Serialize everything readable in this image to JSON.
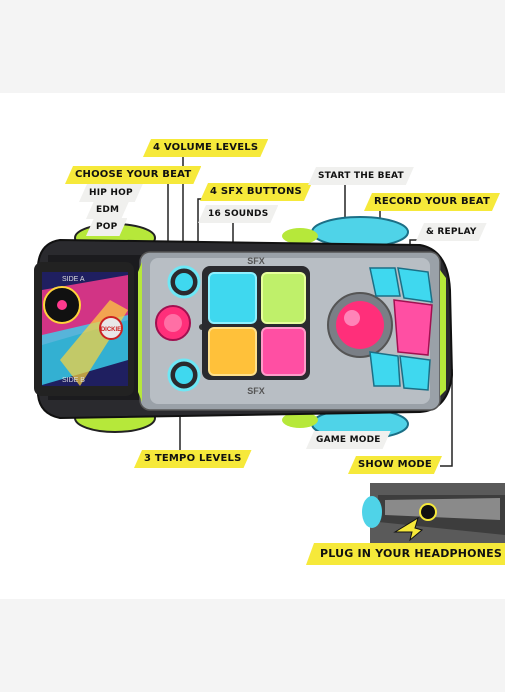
{
  "labels": {
    "volume": "4 VOLUME LEVELS",
    "choose_beat": "CHOOSE YOUR BEAT",
    "hip_hop": "HIP HOP",
    "edm": "EDM",
    "pop": "POP",
    "sfx_buttons": "4 SFX BUTTONS",
    "sounds": "16 SOUNDS",
    "start_beat": "START THE BEAT",
    "record_beat": "RECORD YOUR BEAT",
    "replay": "& REPLAY",
    "game_mode": "GAME MODE",
    "tempo": "3 TEMPO LEVELS",
    "show_mode": "SHOW MODE",
    "headphones": "PLUG IN YOUR HEADPHONES"
  },
  "toy_text": {
    "side_a": "SIDE A",
    "side_b": "SIDE B",
    "brand": "DICKIE",
    "sfx_top": "SFX",
    "sfx_bottom": "SFX"
  },
  "colors": {
    "label_yellow": "#f6e93a",
    "label_white": "#f0f0ee",
    "pad_cyan": "#3fd8ef",
    "pad_green": "#bff06a",
    "pad_orange": "#ffc13a",
    "pad_pink": "#ff4fa3",
    "button_magenta": "#ff2f7a",
    "car_lime": "#b6e83a"
  }
}
